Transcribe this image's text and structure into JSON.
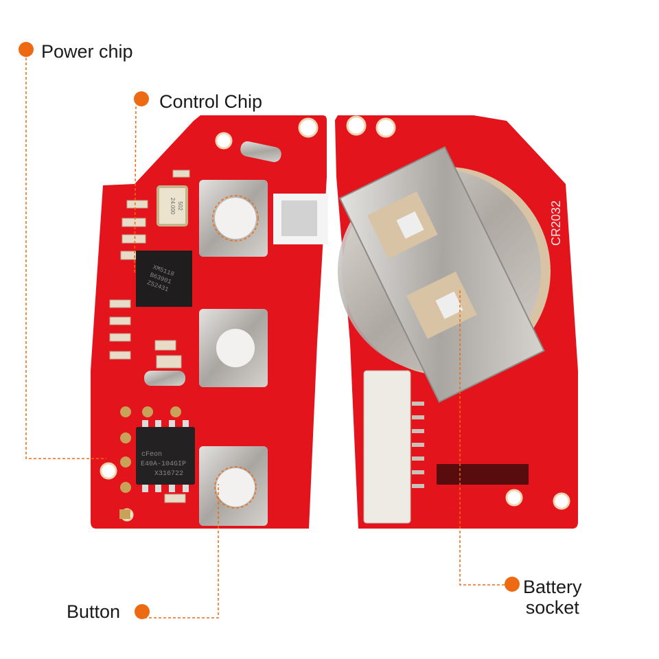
{
  "labels": {
    "power_chip": "Power chip",
    "control_chip": "Control Chip",
    "button": "Button",
    "battery_socket_line1": "Battery",
    "battery_socket_line2": "socket"
  },
  "board_markings": {
    "crystal_line1": "24.000",
    "crystal_line2": "502",
    "control_chip_line1": "XM5118",
    "control_chip_line2": "B63901",
    "control_chip_line3": "ZS2431",
    "eeprom_line1": "cFeon",
    "eeprom_line2": "E40A-104GIP",
    "eeprom_line3": "X316722",
    "battery_type": "CR2032"
  },
  "colors": {
    "accent": "#ee6a12",
    "pcb": "#e3141c",
    "metal": "#b9b6b2"
  }
}
